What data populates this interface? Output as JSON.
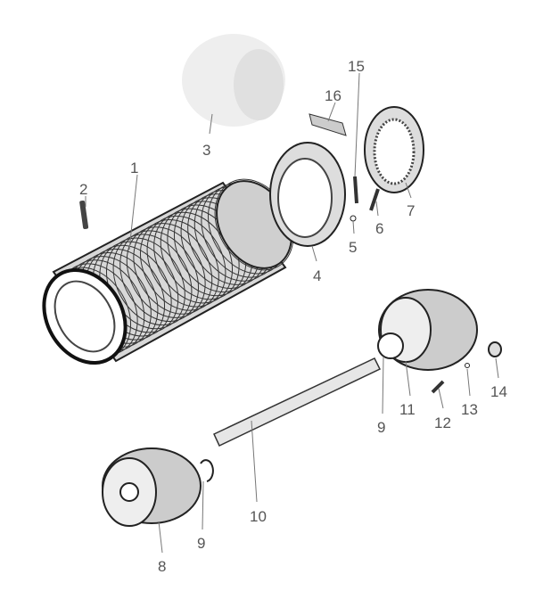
{
  "diagram": {
    "type": "exploded-parts-view",
    "callouts": [
      {
        "id": "c15",
        "text": "15"
      },
      {
        "id": "c16",
        "text": "16"
      },
      {
        "id": "c3",
        "text": "3"
      },
      {
        "id": "c1",
        "text": "1"
      },
      {
        "id": "c2",
        "text": "2"
      },
      {
        "id": "c7",
        "text": "7"
      },
      {
        "id": "c6",
        "text": "6"
      },
      {
        "id": "c5",
        "text": "5"
      },
      {
        "id": "c4",
        "text": "4"
      },
      {
        "id": "c14",
        "text": "14"
      },
      {
        "id": "c13",
        "text": "13"
      },
      {
        "id": "c12",
        "text": "12"
      },
      {
        "id": "c11",
        "text": "11"
      },
      {
        "id": "c9a",
        "text": "9"
      },
      {
        "id": "c10",
        "text": "10"
      },
      {
        "id": "c9b",
        "text": "9"
      },
      {
        "id": "c8",
        "text": "8"
      }
    ]
  }
}
